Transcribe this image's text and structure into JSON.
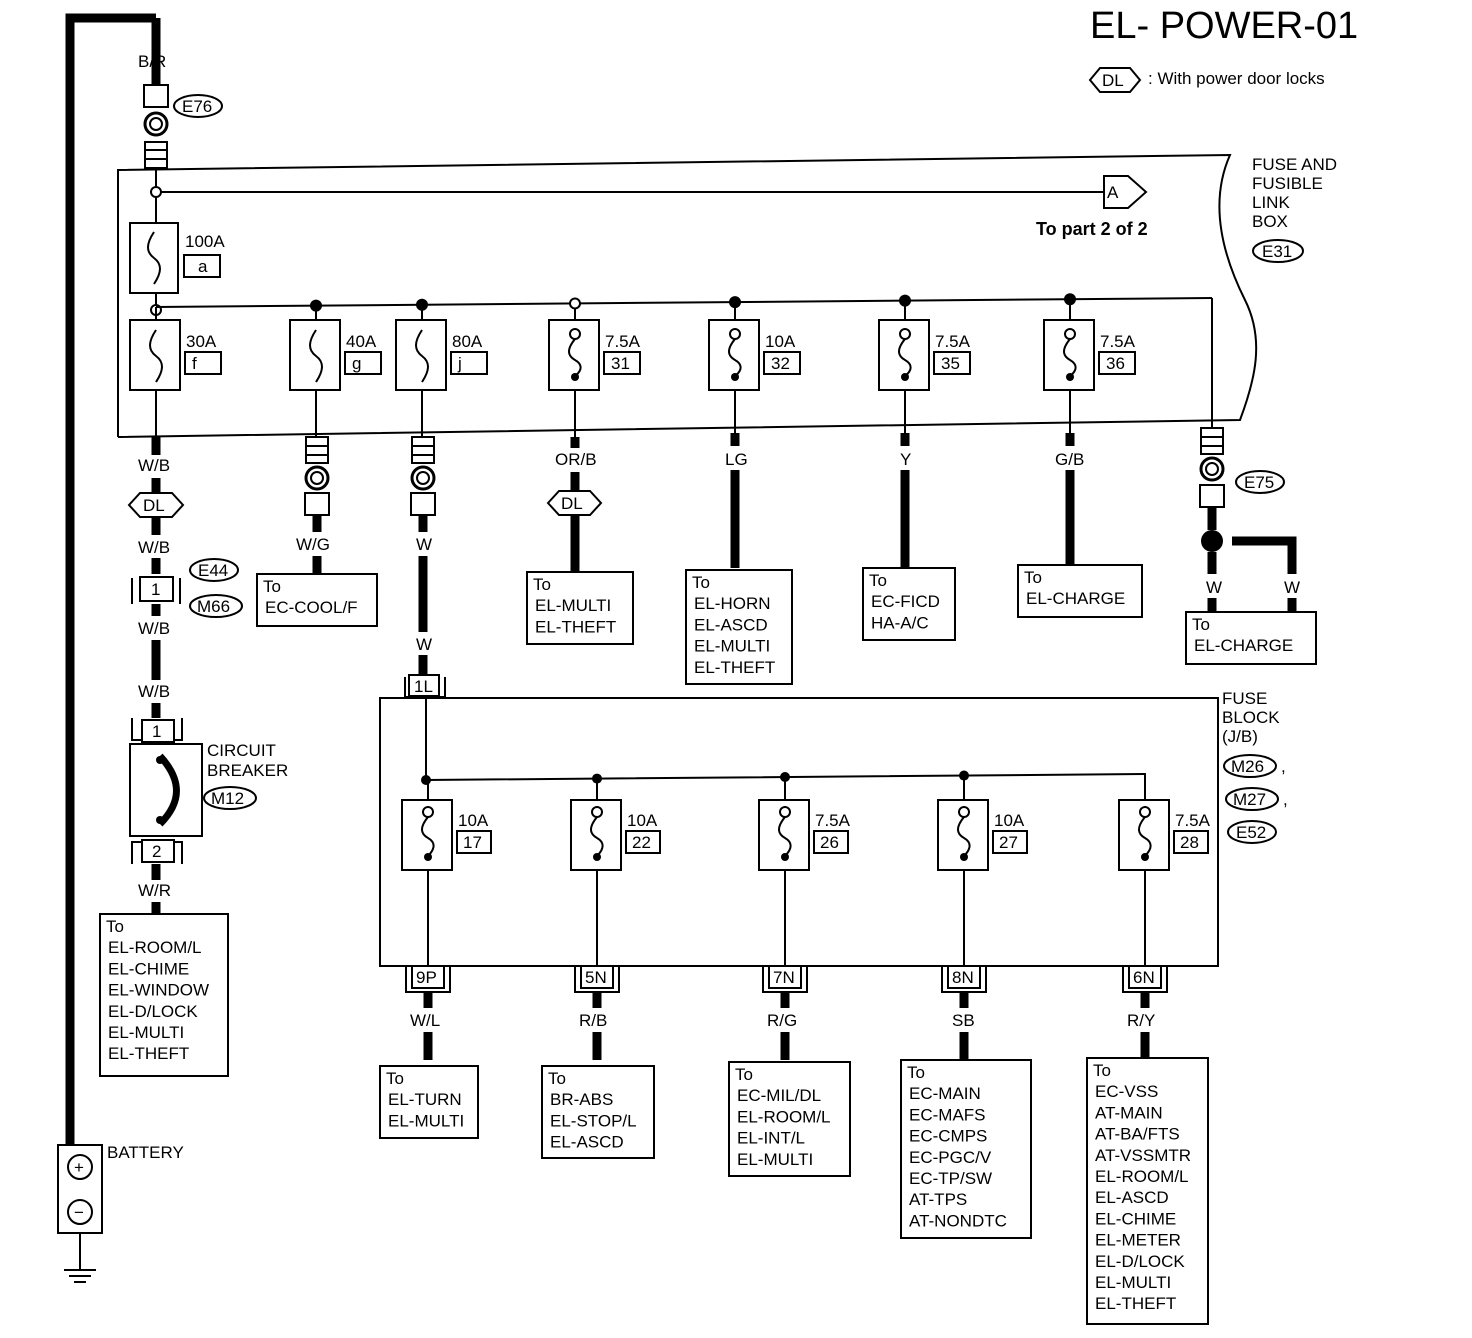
{
  "title": "EL- POWER-01",
  "legend": {
    "badge": "DL",
    "text": ": With power door locks"
  },
  "battery": {
    "label": "BATTERY",
    "plus": "+",
    "minus": "−"
  },
  "battery_wire": "B/R",
  "connectors": {
    "E76": "E76",
    "E75": "E75",
    "E44": "E44",
    "M66": "M66",
    "M12": "M12",
    "E31": "E31",
    "M26": "M26",
    "M27": "M27",
    "E52": "E52"
  },
  "fuse_link_box": {
    "label": [
      "FUSE AND",
      "FUSIBLE",
      "LINK",
      "BOX"
    ]
  },
  "fuse_block": {
    "label": [
      "FUSE",
      "BLOCK",
      "(J/B)"
    ],
    "sep1": ",",
    "sep2": ","
  },
  "to_part": {
    "arrow": "A",
    "text": "To part 2 of 2"
  },
  "main_fuse": {
    "rating": "100A",
    "id": "a"
  },
  "link_fuses": [
    {
      "rating": "30A",
      "id": "f",
      "wire": "W/B"
    },
    {
      "rating": "40A",
      "id": "g",
      "wire": "W/G"
    },
    {
      "rating": "80A",
      "id": "j",
      "wire": "W"
    },
    {
      "rating": "7.5A",
      "id": "31",
      "wire": "OR/B"
    },
    {
      "rating": "10A",
      "id": "32",
      "wire": "LG"
    },
    {
      "rating": "7.5A",
      "id": "35",
      "wire": "Y"
    },
    {
      "rating": "7.5A",
      "id": "36",
      "wire": "G/B"
    }
  ],
  "breaker": {
    "label": [
      "CIRCUIT",
      "BREAKER"
    ],
    "pin_top": "1",
    "pin_bottom": "2",
    "wire_in_1": "W/B",
    "wire_in_2": "W/B",
    "wire_in_3": "W/B",
    "wire_out": "W/R",
    "conn_pin": "1"
  },
  "wire_80a_lower": "W",
  "jb_input_pin": "1L",
  "e75_wires": {
    "left": "W",
    "right": "W"
  },
  "jb_fuses": [
    {
      "rating": "10A",
      "id": "17",
      "pin": "9P",
      "wire": "W/L"
    },
    {
      "rating": "10A",
      "id": "22",
      "pin": "5N",
      "wire": "R/B"
    },
    {
      "rating": "7.5A",
      "id": "26",
      "pin": "7N",
      "wire": "R/G"
    },
    {
      "rating": "10A",
      "id": "27",
      "pin": "8N",
      "wire": "SB"
    },
    {
      "rating": "7.5A",
      "id": "28",
      "pin": "6N",
      "wire": "R/Y"
    }
  ],
  "destinations": {
    "cool": [
      "To",
      "EC-COOL/F"
    ],
    "multi31": [
      "To",
      "EL-MULTI",
      "EL-THEFT"
    ],
    "horn": [
      "To",
      "EL-HORN",
      "EL-ASCD",
      "EL-MULTI",
      "EL-THEFT"
    ],
    "ficd": [
      "To",
      "EC-FICD",
      "HA-A/C"
    ],
    "charge1": [
      "To",
      "EL-CHARGE"
    ],
    "charge2": [
      "To",
      "EL-CHARGE"
    ],
    "room": [
      "To",
      "EL-ROOM/L",
      "EL-CHIME",
      "EL-WINDOW",
      "EL-D/LOCK",
      "EL-MULTI",
      "EL-THEFT"
    ],
    "turn": [
      "To",
      "EL-TURN",
      "EL-MULTI"
    ],
    "abs": [
      "To",
      "BR-ABS",
      "EL-STOP/L",
      "EL-ASCD"
    ],
    "mil": [
      "To",
      "EC-MIL/DL",
      "EL-ROOM/L",
      "EL-INT/L",
      "EL-MULTI"
    ],
    "main": [
      "To",
      "EC-MAIN",
      "EC-MAFS",
      "EC-CMPS",
      "EC-PGC/V",
      "EC-TP/SW",
      "AT-TPS",
      "AT-NONDTC"
    ],
    "vss": [
      "To",
      "EC-VSS",
      "AT-MAIN",
      "AT-BA/FTS",
      "AT-VSSMTR",
      "EL-ROOM/L",
      "EL-ASCD",
      "EL-CHIME",
      "EL-METER",
      "EL-D/LOCK",
      "EL-MULTI",
      "EL-THEFT"
    ]
  }
}
